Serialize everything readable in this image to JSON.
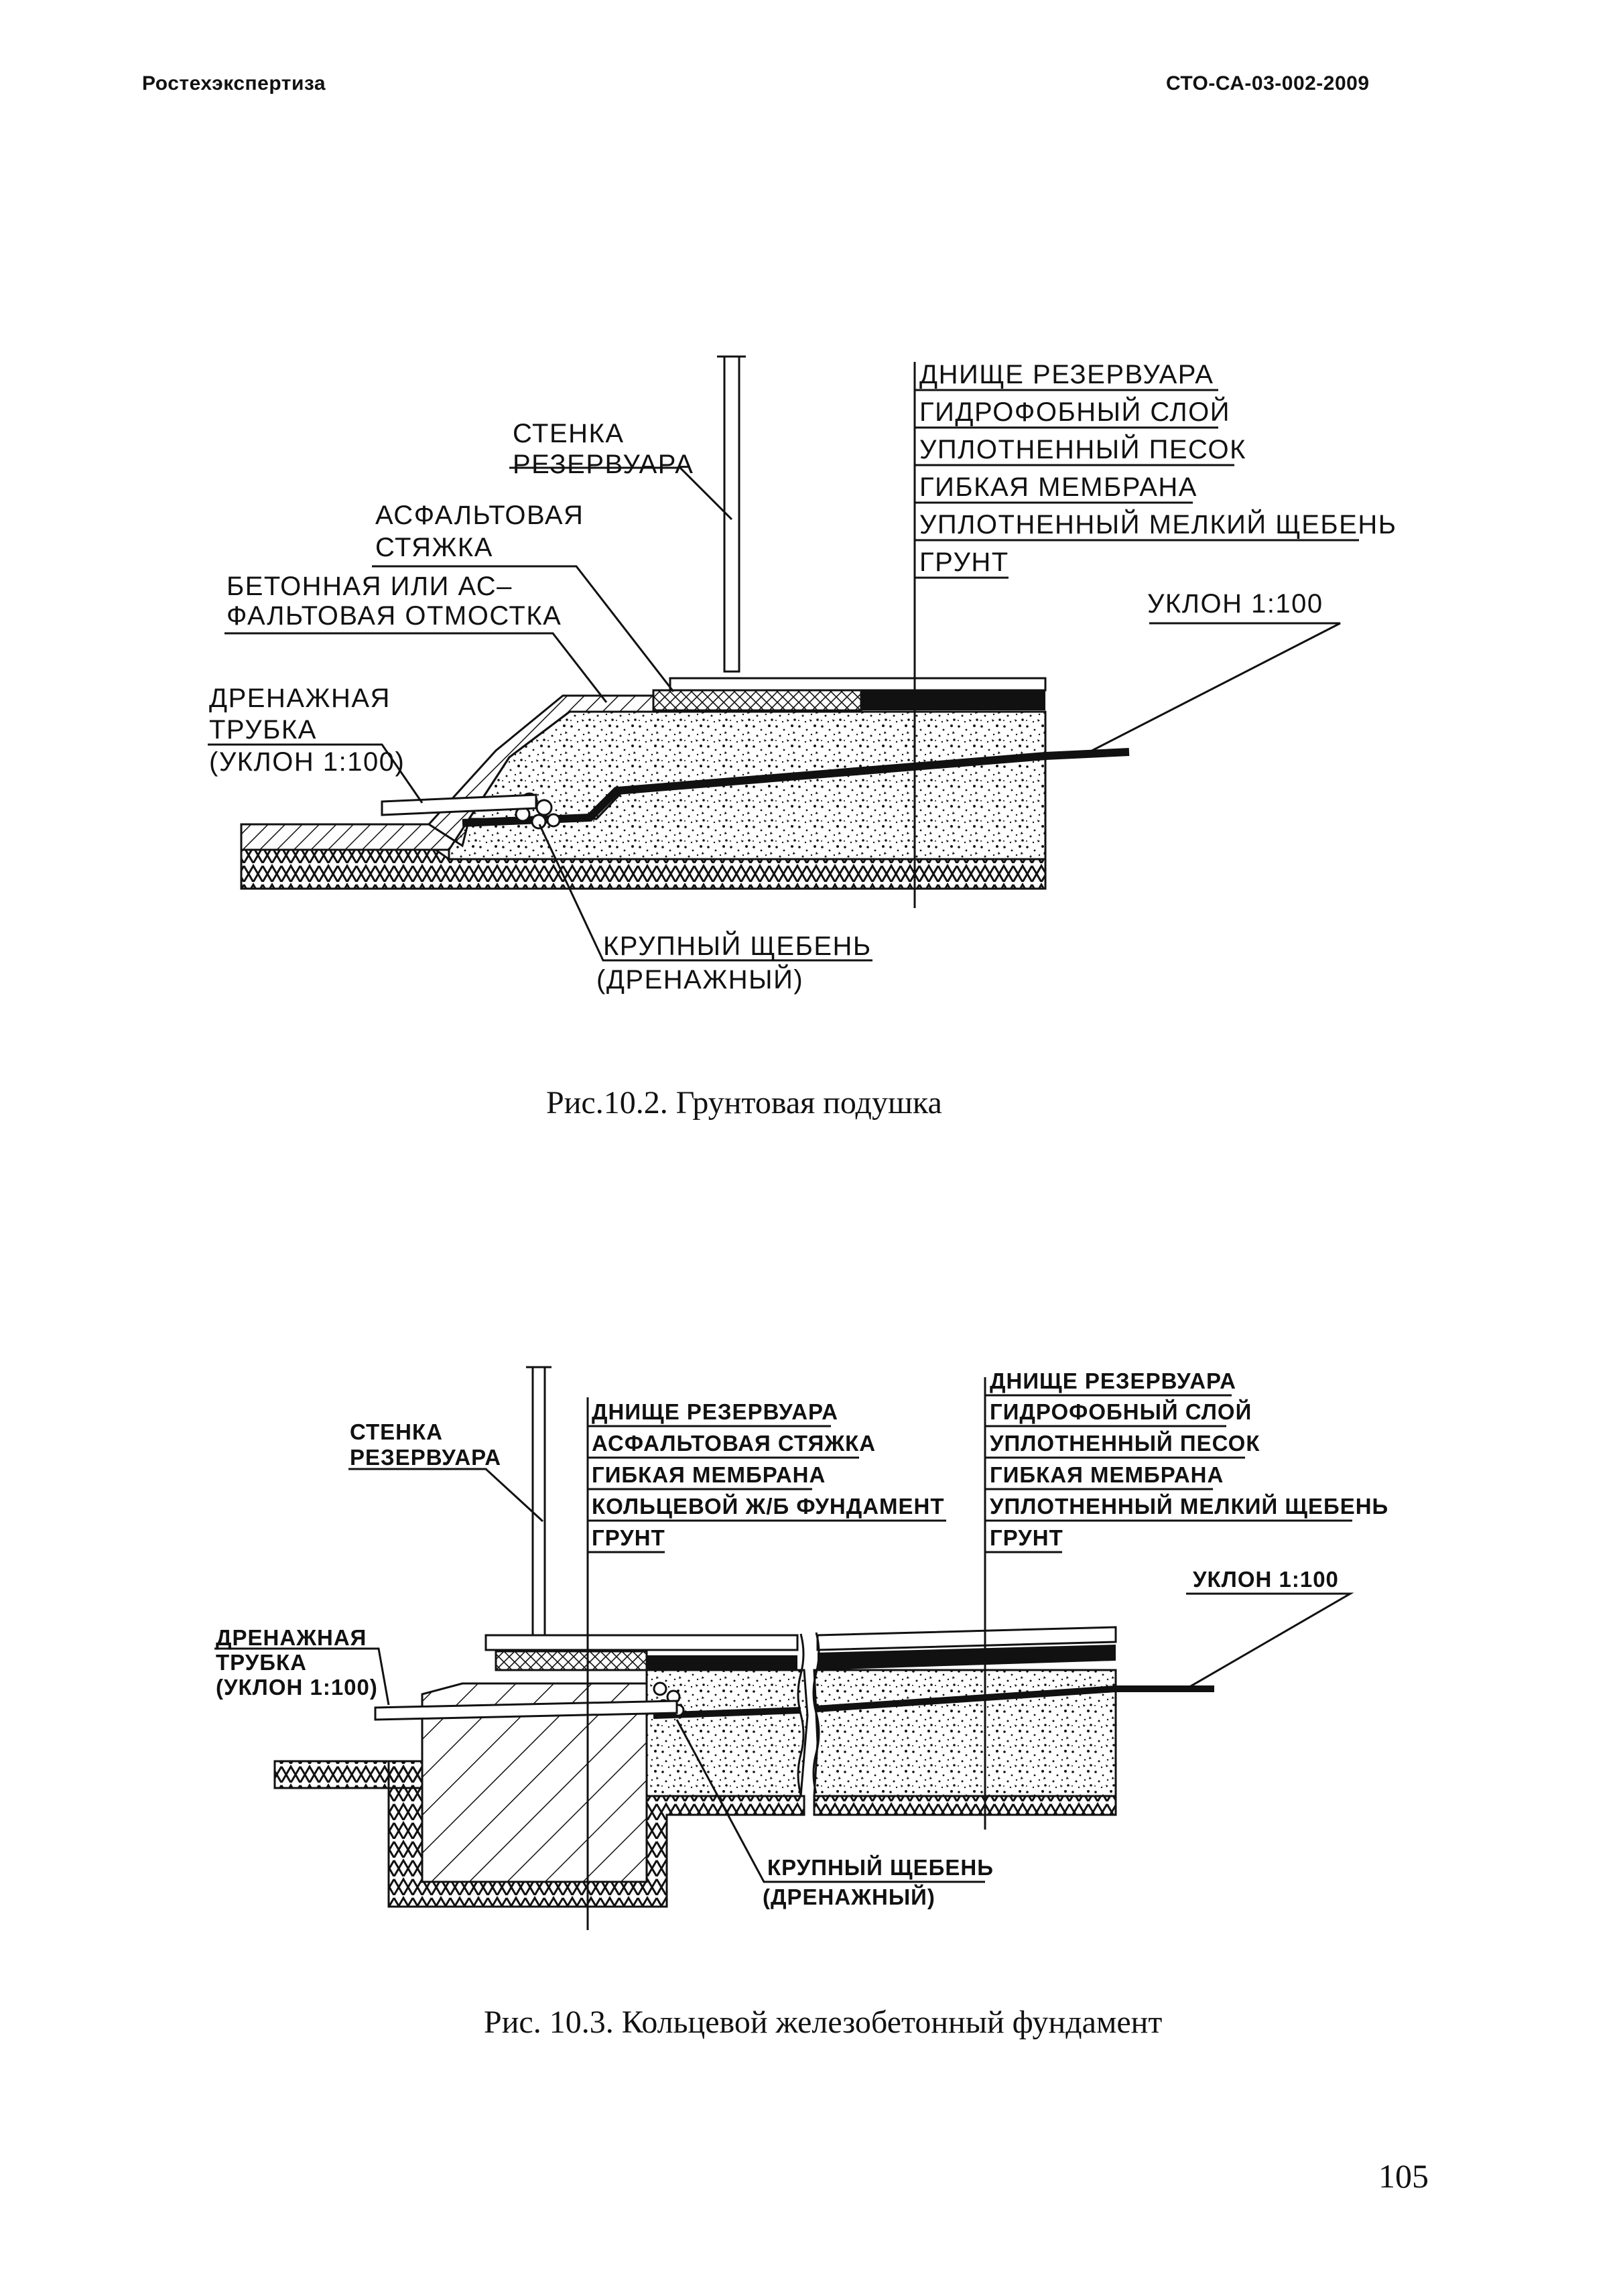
{
  "header": {
    "left": "Ростехэкспертиза",
    "right": "СТО-СА-03-002-2009"
  },
  "figure1": {
    "caption": "Рис.10.2. Грунтовая подушка",
    "labels": {
      "wall_1": "СТЕНКА",
      "wall_2": "РЕЗЕРВУАРА",
      "asphalt_1": "АСФАЛЬТОВАЯ",
      "asphalt_2": "СТЯЖКА",
      "apron_1": "БЕТОННАЯ ИЛИ АС–",
      "apron_2": "ФАЛЬТОВАЯ ОТМОСТКА",
      "drain_1": "ДРЕНАЖНАЯ",
      "drain_2": "ТРУБКА",
      "drain_3": "(УКЛОН 1:100)",
      "layers": [
        "ДНИЩЕ РЕЗЕРВУАРА",
        "ГИДРОФОБНЫЙ СЛОЙ",
        "УПЛОТНЕННЫЙ ПЕСОК",
        "ГИБКАЯ МЕМБРАНА",
        "УПЛОТНЕННЫЙ МЕЛКИЙ ЩЕБЕНЬ",
        "ГРУНТ"
      ],
      "slope": "УКЛОН 1:100",
      "gravel_1": "КРУПНЫЙ ЩЕБЕНЬ",
      "gravel_2": "(ДРЕНАЖНЫЙ)"
    }
  },
  "figure2": {
    "caption": "Рис. 10.3. Кольцевой железобетонный фундамент",
    "labels": {
      "wall_1": "СТЕНКА",
      "wall_2": "РЕЗЕРВУАРА",
      "layers_left": [
        "ДНИЩЕ РЕЗЕРВУАРА",
        "АСФАЛЬТОВАЯ СТЯЖКА",
        "ГИБКАЯ МЕМБРАНА",
        "КОЛЬЦЕВОЙ Ж/Б ФУНДАМЕНТ",
        "ГРУНТ"
      ],
      "layers_right": [
        "ДНИЩЕ РЕЗЕРВУАРА",
        "ГИДРОФОБНЫЙ СЛОЙ",
        "УПЛОТНЕННЫЙ ПЕСОК",
        "ГИБКАЯ МЕМБРАНА",
        "УПЛОТНЕННЫЙ МЕЛКИЙ ЩЕБЕНЬ",
        "ГРУНТ"
      ],
      "slope": "УКЛОН 1:100",
      "drain_1": "ДРЕНАЖНАЯ",
      "drain_2": "ТРУБКА",
      "drain_3": "(УКЛОН 1:100)",
      "gravel_1": "КРУПНЫЙ ЩЕБЕНЬ",
      "gravel_2": "(ДРЕНАЖНЫЙ)"
    }
  },
  "page_number": "105"
}
